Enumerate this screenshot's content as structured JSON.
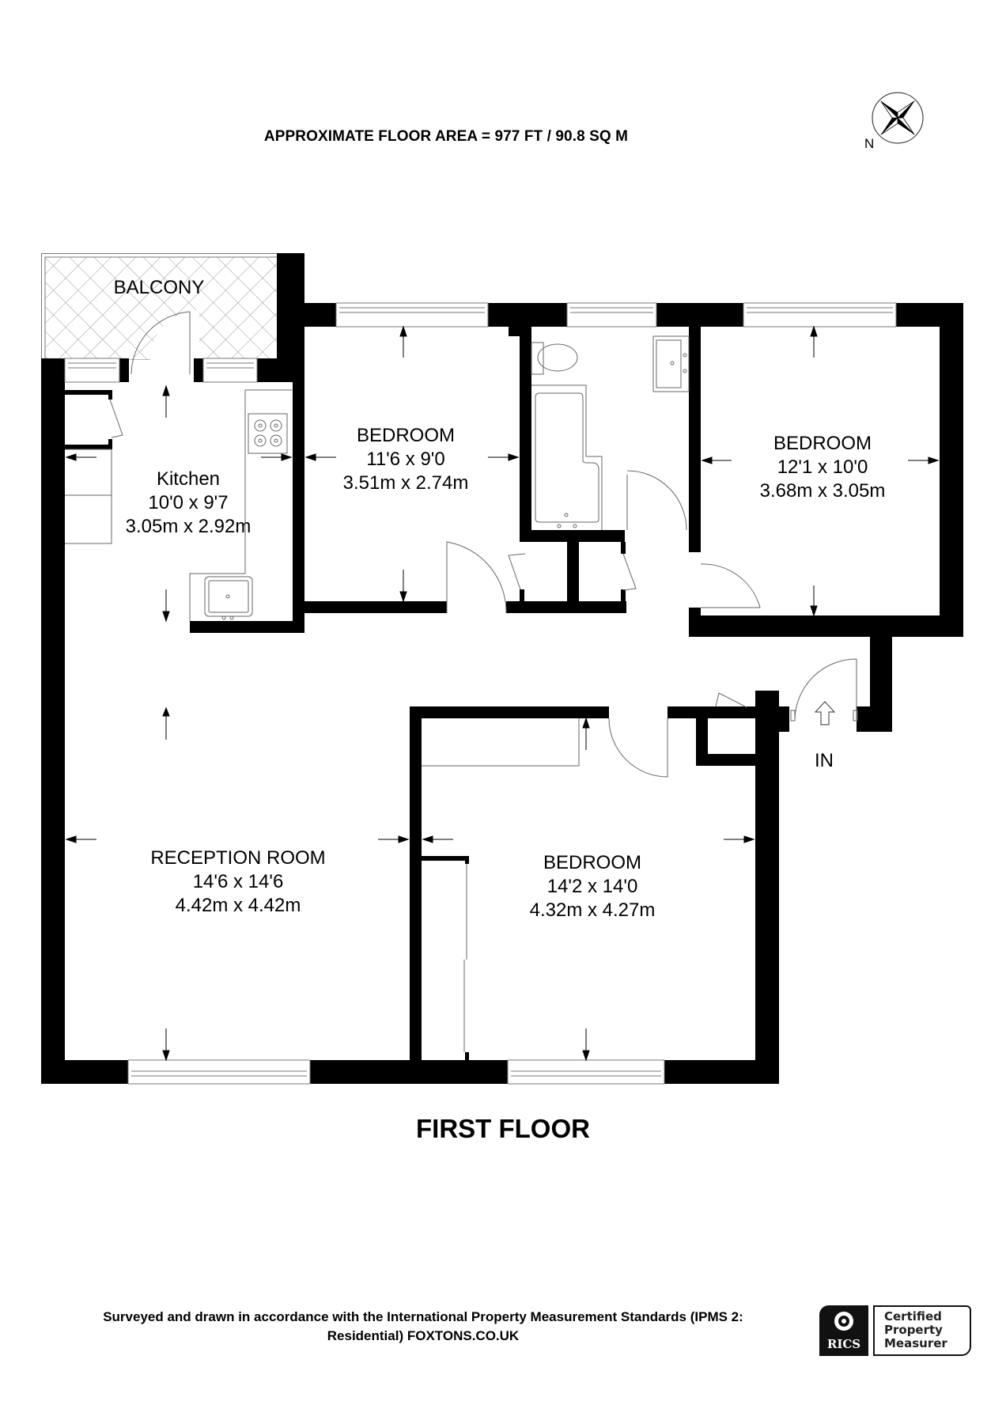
{
  "header": {
    "floor_area": "APPROXIMATE FLOOR AREA = 977 FT / 90.8 SQ M",
    "compass_label": "N"
  },
  "rooms": {
    "balcony": {
      "name": "BALCONY"
    },
    "kitchen": {
      "name": "Kitchen",
      "imperial": "10'0 x 9'7",
      "metric": "3.05m x 2.92m"
    },
    "bedroom1": {
      "name": "BEDROOM",
      "imperial": "11'6 x 9'0",
      "metric": "3.51m x 2.74m"
    },
    "bedroom2": {
      "name": "BEDROOM",
      "imperial": "12'1 x 10'0",
      "metric": "3.68m x 3.05m"
    },
    "reception": {
      "name": "RECEPTION ROOM",
      "imperial": "14'6 x 14'6",
      "metric": "4.42m x 4.42m"
    },
    "bedroom3": {
      "name": "BEDROOM",
      "imperial": "14'2 x 14'0",
      "metric": "4.32m x 4.27m"
    }
  },
  "entrance": {
    "label": "IN"
  },
  "floor": {
    "title": "FIRST FLOOR"
  },
  "footer": {
    "line1": "Surveyed and drawn in accordance with the International Property Measurement Standards (IPMS 2:",
    "line2": "Residential) FOXTONS.CO.UK",
    "badge": {
      "org": "RICS",
      "line1": "Certified",
      "line2": "Property",
      "line3": "Measurer"
    }
  },
  "colors": {
    "wall": "#000000",
    "line": "#555555",
    "background": "#ffffff"
  }
}
